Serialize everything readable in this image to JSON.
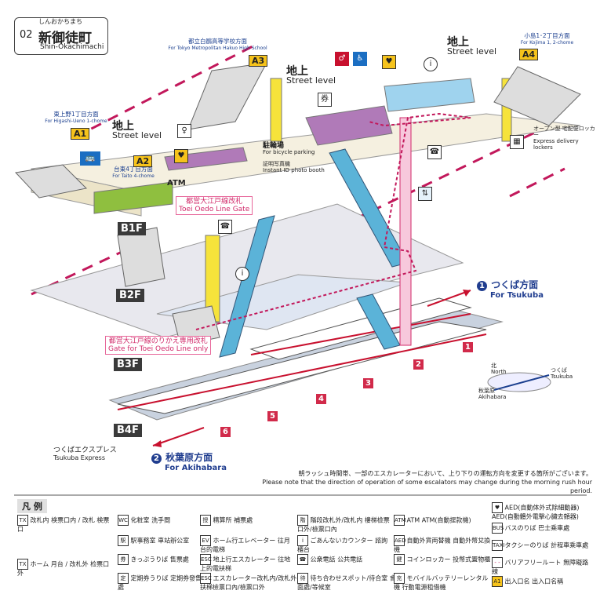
{
  "station": {
    "ruby": "しんおかちまち",
    "code": "02",
    "name_jp": "新御徒町",
    "name_en": "Shin-Okachimachi"
  },
  "exits": [
    {
      "id": "A1",
      "dir_jp": "東上野1丁目方面",
      "dir_en": "For Higashi-Ueno 1-chome"
    },
    {
      "id": "A2",
      "dir_jp": "台東4丁目方面",
      "dir_en": "For Taito 4-chome"
    },
    {
      "id": "A3",
      "dir_jp": "都立白鷗高等学校方面",
      "dir_en": "For Tokyo Metropolitan Hakuo High School"
    },
    {
      "id": "A4",
      "dir_jp": "小島1･2丁目方面",
      "dir_en": "For Kojima 1, 2-chome"
    }
  ],
  "street_level": {
    "jp": "地上",
    "en": "Street level"
  },
  "floors": [
    "B1F",
    "B2F",
    "B3F",
    "B4F"
  ],
  "labels": {
    "bicycle_jp": "駐輪場",
    "bicycle_en": "For bicycle parking",
    "photo_jp": "証明写真機",
    "photo_en": "Instant ID photo booth",
    "lockers_jp": "オープン型 宅配便ロッカー",
    "lockers_en": "Express delivery lockers",
    "atm": "ATM",
    "gate1_jp": "都営大江戸線改札",
    "gate1_en": "Toei Oedo Line Gate",
    "gate2_jp": "都営大江戸線のりかえ専用改札",
    "gate2_en": "Gate for Toei Oedo Line only",
    "tsukuba_jp": "つくば方面",
    "tsukuba_en": "For Tsukuba",
    "akihabara_jp": "秋葉原方面",
    "akihabara_en": "For Akihabara",
    "tx_jp": "つくばエクスプレス",
    "tx_en": "Tsukuba Express",
    "compass_north_jp": "北",
    "compass_north_en": "North",
    "compass_tsukuba": "つくば Tsukuba",
    "compass_akihabara": "秋葉原 Akihabara",
    "tsukuba_num": "1",
    "akihabara_num": "2"
  },
  "platforms": [
    "1",
    "2",
    "3",
    "4",
    "5",
    "6"
  ],
  "notes": {
    "jp": "朝ラッシュ時間帯、一部のエスカレーターにおいて、上り下りの運転方向を変更する箇所がございます。",
    "en": "Please note that the direction of operation of some escalators may change during the morning rush hour period."
  },
  "legend": {
    "title": "凡 例",
    "items": [
      {
        "icon": "TX",
        "text": "改札内 検票口内 / 改札 検票口"
      },
      {
        "icon": "TX",
        "text": "ホーム 月台 / 改札外 检票口外"
      },
      {
        "icon": "WC",
        "text": "化粧室 洗手間"
      },
      {
        "icon": "駅",
        "text": "駅事務室 車站辦公室"
      },
      {
        "icon": "券",
        "text": "きっぷうりば 售票處"
      },
      {
        "icon": "定",
        "text": "定期券うりば 定期券發售處"
      },
      {
        "icon": "授",
        "text": "精算所 補票處"
      },
      {
        "icon": "EV",
        "text": "ホーム行エレベーター 往月台的電梯"
      },
      {
        "icon": "ESC",
        "text": "地上行エスカレーター 往地上的電扶梯"
      },
      {
        "icon": "ESC",
        "text": "エスカレーター改札内/改札外 電扶梯檢票口內/檢票口外"
      },
      {
        "icon": "階",
        "text": "階段改札外/改札内 樓梯檢票口外/檢票口內"
      },
      {
        "icon": "i",
        "text": "ごあんないカウンター 諮詢櫃台"
      },
      {
        "icon": "☎",
        "text": "公衆電話 公共電話"
      },
      {
        "icon": "待",
        "text": "待ち合わせスポット/待合室 會面處/等候室"
      },
      {
        "icon": "ATM",
        "text": "ATM ATM(自動提款機)"
      },
      {
        "icon": "AED",
        "text": "自動外貨両替機 自動外幣兌換機"
      },
      {
        "icon": "鍵",
        "text": "コインロッカー 投幣式置物櫃"
      },
      {
        "icon": "充",
        "text": "モバイルバッテリーレンタル機 行動電源租借機"
      },
      {
        "icon": "♥",
        "text": "AED(自動体外式除細動器) AED(自動體外電擊心臟去顫器)"
      },
      {
        "icon": "BUS",
        "text": "バスのりば 巴士乘車處"
      },
      {
        "icon": "TAXI",
        "text": "タクシーのりば 計程車乘車處"
      },
      {
        "icon": "- -",
        "text": "バリアフリールート 無障礙路線"
      },
      {
        "icon": "A1",
        "text": "出入口名 出入口名稱"
      }
    ]
  },
  "colors": {
    "magenta": "#c2185b",
    "platform_line": "#d12a4a",
    "exit_yellow": "#f6c31b",
    "floor_grey": "#e8e8ee",
    "concourse": "#f5f0e0"
  }
}
